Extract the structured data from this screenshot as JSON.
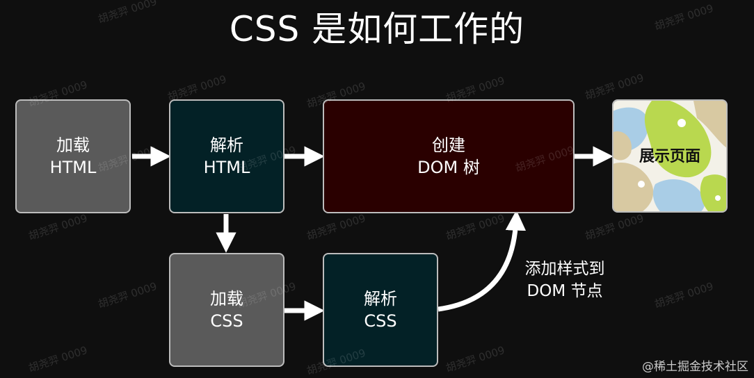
{
  "title": "CSS 是如何工作的",
  "nodes": {
    "load_html": {
      "line1": "加载",
      "line2": "HTML"
    },
    "parse_html": {
      "line1": "解析",
      "line2": "HTML"
    },
    "create_dom": {
      "line1": "创建",
      "line2": "DOM 树"
    },
    "display_page": {
      "label": "展示页面"
    },
    "load_css": {
      "line1": "加载",
      "line2": "CSS"
    },
    "parse_css": {
      "line1": "解析",
      "line2": "CSS"
    }
  },
  "annotation": {
    "line1": "添加样式到",
    "line2": "DOM 节点"
  },
  "watermark": "胡尧羿 0009",
  "credit": "@稀土掘金技术社区",
  "colors": {
    "gray_box": "#5a5a5a",
    "teal_box": "#032126",
    "maroon_box": "#2a0000",
    "arrow": "#ffffff",
    "border": "#bdbdbd"
  }
}
